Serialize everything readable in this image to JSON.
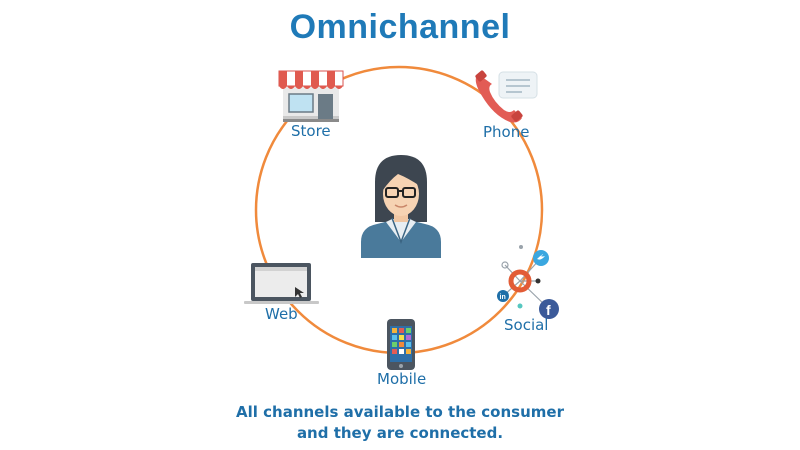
{
  "title": "Omnichannel",
  "channels": {
    "store": "Store",
    "phone": "Phone",
    "web": "Web",
    "social": "Social",
    "mobile": "Mobile"
  },
  "caption": {
    "line1": "All channels available to the consumer",
    "line2": "and they are connected."
  },
  "colors": {
    "title": "#1f7ab8",
    "circle": "#f08a3c",
    "label": "#1f6fa8"
  }
}
